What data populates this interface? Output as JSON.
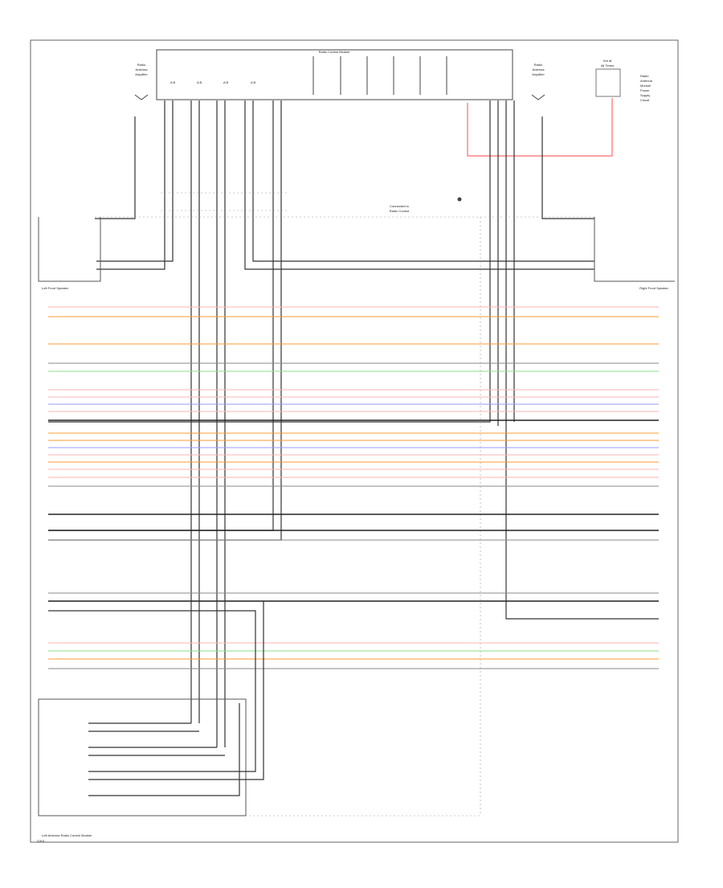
{
  "header": {
    "top_module": "Radio Control Module",
    "left_sensor": [
      "Radio",
      "Antenna",
      "Amplifier"
    ],
    "right_sensor": [
      "Radio",
      "Antenna",
      "Amplifier"
    ],
    "right_junction": [
      "Hot at",
      "All Times"
    ],
    "right_legend": [
      "Radio",
      "Antenna",
      "Module",
      "Power",
      "Supply",
      "Circuit"
    ]
  },
  "labels": {
    "center_note": [
      "Connected to",
      "Radio Control"
    ],
    "left_plate": "Left Front Speaker",
    "right_plate": "Right Front Speaker",
    "footer": "Left Antenna Radio Control Module",
    "ground": "G301"
  },
  "colors": {
    "bg": "#ffffff",
    "frame": "#555555",
    "black": "#222222",
    "grey": "#8a8a8a",
    "light": "#cfcfcf",
    "red": "#ff6b6b",
    "pink": "#ffb3b3",
    "orange": "#ff9a33",
    "green": "#88e088",
    "blue": "#9999ff",
    "violet": "#cc99ff"
  },
  "wires": {
    "horizontal_colors": [
      "pink",
      "orange",
      "orange",
      "grey",
      "green",
      "pink",
      "pink",
      "blue",
      "pink",
      "black",
      "orange",
      "orange",
      "blue",
      "pink",
      "orange",
      "pink",
      "pink",
      "grey",
      "black",
      "black",
      "grey",
      "grey",
      "black",
      "pink",
      "green",
      "orange",
      "grey"
    ]
  }
}
